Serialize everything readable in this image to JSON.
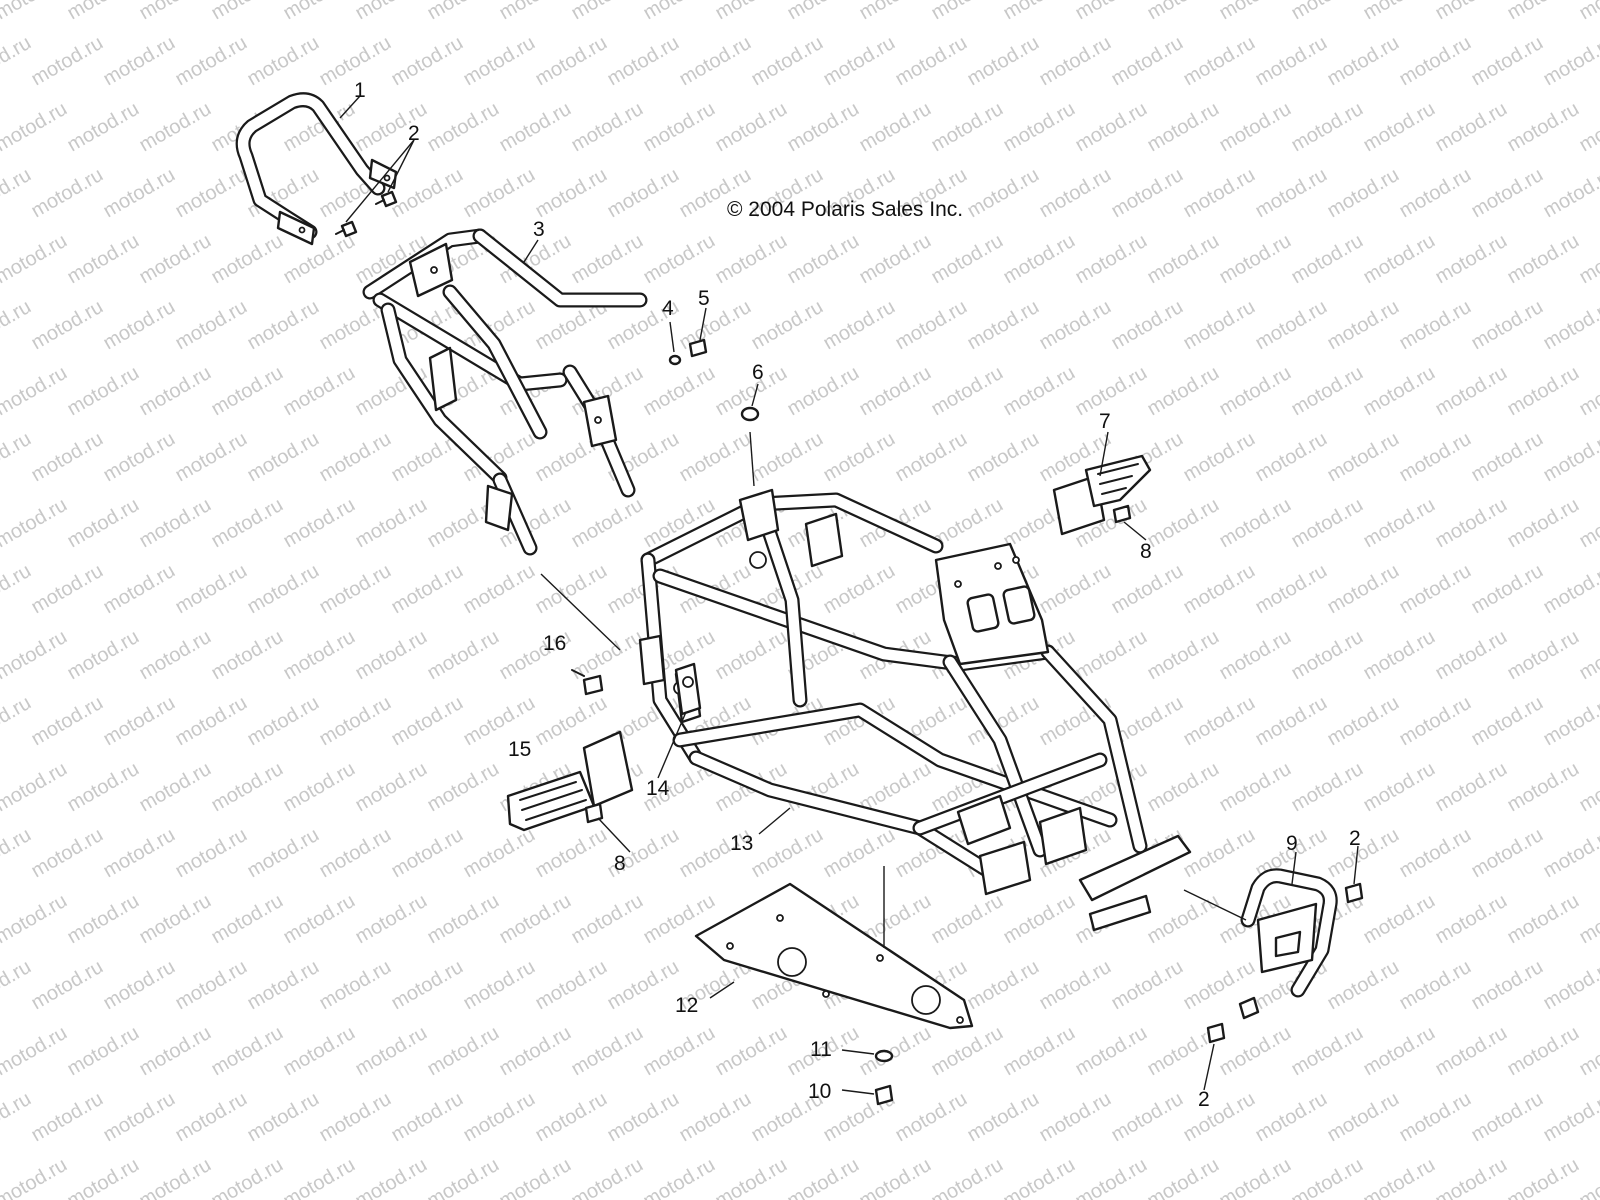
{
  "diagram": {
    "copyright": "© 2004 Polaris Sales Inc.",
    "watermark": "motod.ru",
    "callouts": [
      "1",
      "2",
      "2",
      "2",
      "3",
      "4",
      "5",
      "6",
      "7",
      "8",
      "8",
      "9",
      "10",
      "11",
      "12",
      "13",
      "14",
      "15",
      "16"
    ],
    "parts": [
      {
        "ref": "1",
        "part": "rear-grab-bar"
      },
      {
        "ref": "2",
        "part": "bolt"
      },
      {
        "ref": "3",
        "part": "rear-subframe"
      },
      {
        "ref": "4",
        "part": "nut"
      },
      {
        "ref": "5",
        "part": "bolt"
      },
      {
        "ref": "6",
        "part": "plug"
      },
      {
        "ref": "7",
        "part": "right-footrest"
      },
      {
        "ref": "8",
        "part": "bolt"
      },
      {
        "ref": "9",
        "part": "front-bumper"
      },
      {
        "ref": "10",
        "part": "bolt"
      },
      {
        "ref": "11",
        "part": "nut"
      },
      {
        "ref": "12",
        "part": "skid-plate"
      },
      {
        "ref": "13",
        "part": "main-frame"
      },
      {
        "ref": "14",
        "part": "mount-bracket"
      },
      {
        "ref": "15",
        "part": "left-footrest"
      },
      {
        "ref": "16",
        "part": "bolt"
      }
    ]
  }
}
